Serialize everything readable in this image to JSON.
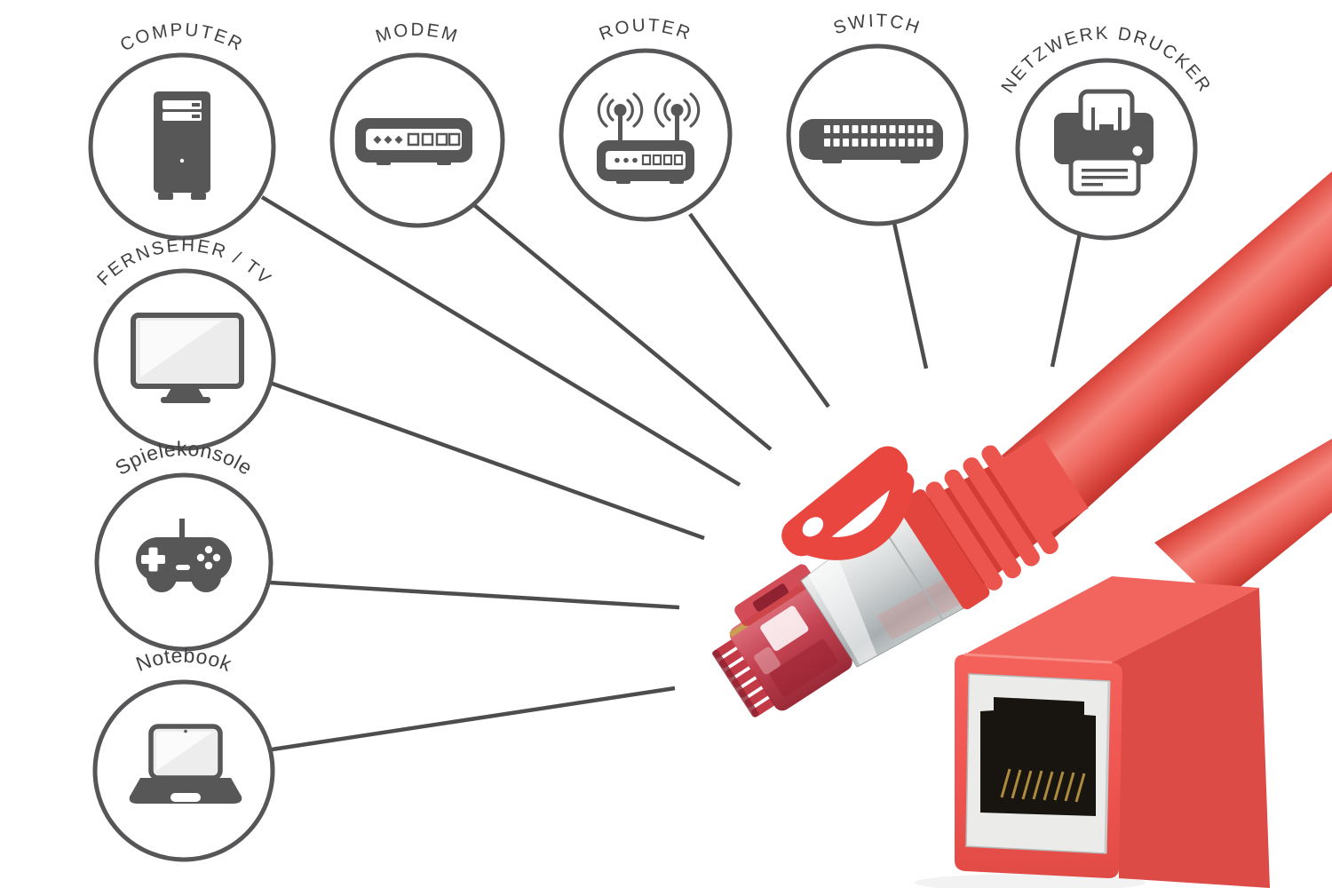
{
  "colors": {
    "outline_gray": "#565659",
    "icon_gray": "#575757",
    "line_gray": "#4d4d4d",
    "label_gray": "#414141",
    "cable_red": "#ee4f47",
    "cable_red_light": "#f4857c",
    "cable_red_dark": "#c6362f",
    "boot_red": "#e8463f",
    "plug_tip_red": "#c13a4a",
    "coupler_front_red": "#ef5550",
    "coupler_side_red": "#dc4b45",
    "metal_silver": "#d4d7d8",
    "faceplate_silver": "#ebebe9",
    "socket_black": "#18140f",
    "pin_gold": "#ad8a3e"
  },
  "devices": [
    {
      "id": "computer",
      "label": "COMPUTER",
      "icon": "desktop-tower-icon"
    },
    {
      "id": "modem",
      "label": "MODEM",
      "icon": "modem-icon"
    },
    {
      "id": "router",
      "label": "ROUTER",
      "icon": "wifi-router-icon"
    },
    {
      "id": "switch",
      "label": "SWITCH",
      "icon": "network-switch-icon"
    },
    {
      "id": "netzwerk-drucker",
      "label": "NETZWERK DRUCKER",
      "icon": "printer-icon"
    },
    {
      "id": "fernseher-tv",
      "label": "FERNSEHER / TV",
      "icon": "tv-icon"
    },
    {
      "id": "spielekonsole",
      "label": "Spielekonsole",
      "icon": "gamepad-icon"
    },
    {
      "id": "notebook",
      "label": "Notebook",
      "icon": "laptop-icon"
    }
  ]
}
